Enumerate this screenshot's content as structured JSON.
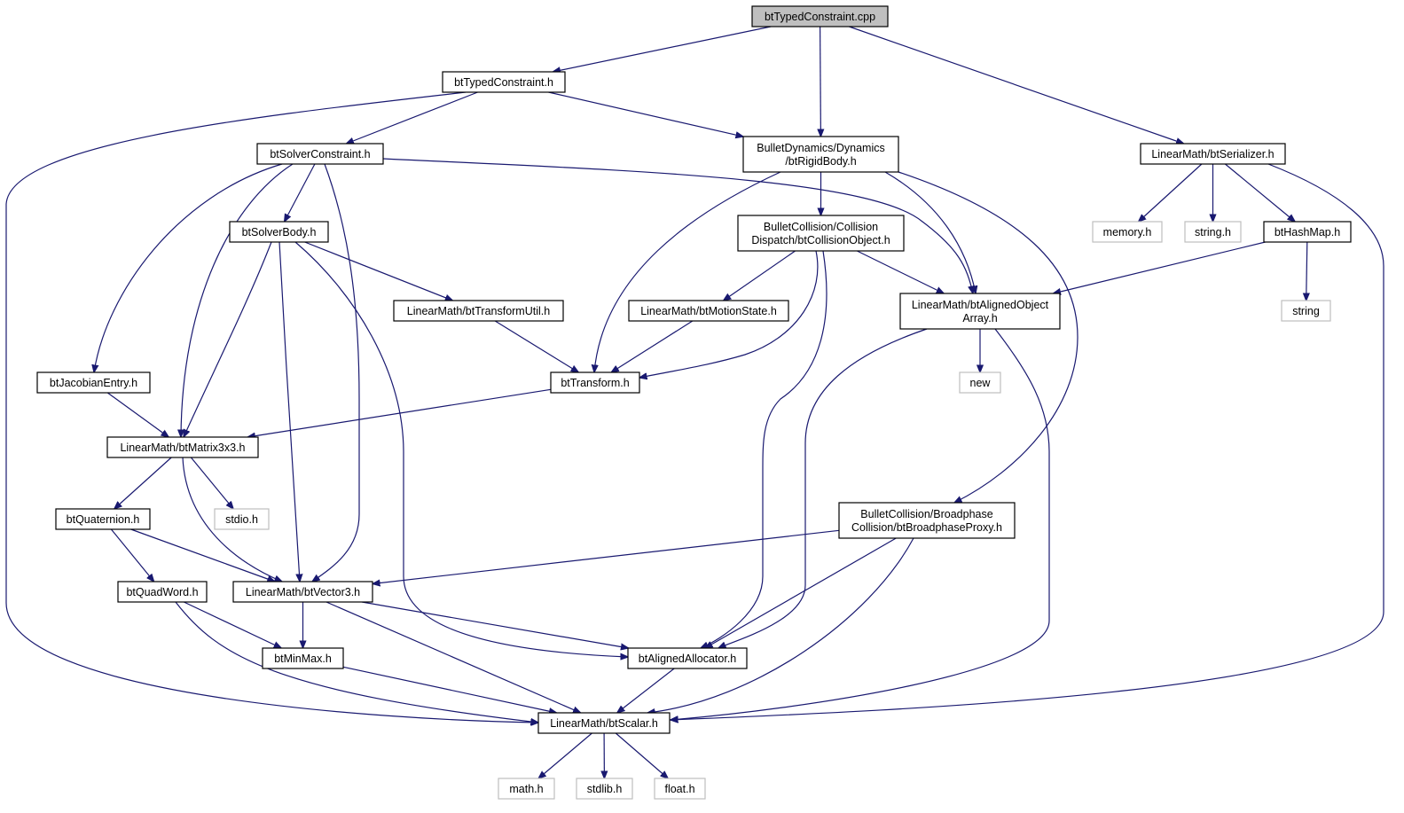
{
  "diagram": {
    "colors": {
      "edge": "#191970",
      "root_fill": "#bfbfbf",
      "external_border": "#bfbfbf",
      "node_border": "#000000"
    },
    "nodes": [
      {
        "id": "root",
        "lines": [
          "btTypedConstraint.cpp"
        ],
        "kind": "root"
      },
      {
        "id": "typed_h",
        "lines": [
          "btTypedConstraint.h"
        ],
        "kind": "project"
      },
      {
        "id": "rigid",
        "lines": [
          "BulletDynamics/Dynamics",
          "/btRigidBody.h"
        ],
        "kind": "project"
      },
      {
        "id": "serializer",
        "lines": [
          "LinearMath/btSerializer.h"
        ],
        "kind": "project"
      },
      {
        "id": "solvercon",
        "lines": [
          "btSolverConstraint.h"
        ],
        "kind": "project"
      },
      {
        "id": "solverbody",
        "lines": [
          "btSolverBody.h"
        ],
        "kind": "project"
      },
      {
        "id": "colobj",
        "lines": [
          "BulletCollision/Collision",
          "Dispatch/btCollisionObject.h"
        ],
        "kind": "project"
      },
      {
        "id": "memory",
        "lines": [
          "memory.h"
        ],
        "kind": "external"
      },
      {
        "id": "stringh",
        "lines": [
          "string.h"
        ],
        "kind": "external"
      },
      {
        "id": "hashmap",
        "lines": [
          "btHashMap.h"
        ],
        "kind": "project"
      },
      {
        "id": "transutil",
        "lines": [
          "LinearMath/btTransformUtil.h"
        ],
        "kind": "project"
      },
      {
        "id": "motion",
        "lines": [
          "LinearMath/btMotionState.h"
        ],
        "kind": "project"
      },
      {
        "id": "aligned_arr",
        "lines": [
          "LinearMath/btAlignedObject",
          "Array.h"
        ],
        "kind": "project"
      },
      {
        "id": "string",
        "lines": [
          "string"
        ],
        "kind": "external"
      },
      {
        "id": "jacobian",
        "lines": [
          "btJacobianEntry.h"
        ],
        "kind": "project"
      },
      {
        "id": "transform",
        "lines": [
          "btTransform.h"
        ],
        "kind": "project"
      },
      {
        "id": "new",
        "lines": [
          "new"
        ],
        "kind": "external"
      },
      {
        "id": "matrix",
        "lines": [
          "LinearMath/btMatrix3x3.h"
        ],
        "kind": "project"
      },
      {
        "id": "quat",
        "lines": [
          "btQuaternion.h"
        ],
        "kind": "project"
      },
      {
        "id": "stdio",
        "lines": [
          "stdio.h"
        ],
        "kind": "external"
      },
      {
        "id": "broadphase",
        "lines": [
          "BulletCollision/Broadphase",
          "Collision/btBroadphaseProxy.h"
        ],
        "kind": "project"
      },
      {
        "id": "quadword",
        "lines": [
          "btQuadWord.h"
        ],
        "kind": "project"
      },
      {
        "id": "vector3",
        "lines": [
          "LinearMath/btVector3.h"
        ],
        "kind": "project"
      },
      {
        "id": "minmax",
        "lines": [
          "btMinMax.h"
        ],
        "kind": "project"
      },
      {
        "id": "alloc",
        "lines": [
          "btAlignedAllocator.h"
        ],
        "kind": "project"
      },
      {
        "id": "scalar",
        "lines": [
          "LinearMath/btScalar.h"
        ],
        "kind": "project"
      },
      {
        "id": "math",
        "lines": [
          "math.h"
        ],
        "kind": "external"
      },
      {
        "id": "stdlib",
        "lines": [
          "stdlib.h"
        ],
        "kind": "external"
      },
      {
        "id": "float",
        "lines": [
          "float.h"
        ],
        "kind": "external"
      }
    ],
    "edges": [
      {
        "from": "root",
        "to": "typed_h"
      },
      {
        "from": "root",
        "to": "rigid"
      },
      {
        "from": "root",
        "to": "serializer"
      },
      {
        "from": "typed_h",
        "to": "solvercon"
      },
      {
        "from": "typed_h",
        "to": "rigid"
      },
      {
        "from": "typed_h",
        "to": "scalar"
      },
      {
        "from": "solvercon",
        "to": "solverbody"
      },
      {
        "from": "solvercon",
        "to": "jacobian"
      },
      {
        "from": "solvercon",
        "to": "matrix"
      },
      {
        "from": "solvercon",
        "to": "vector3"
      },
      {
        "from": "solvercon",
        "to": "aligned_arr"
      },
      {
        "from": "rigid",
        "to": "colobj"
      },
      {
        "from": "rigid",
        "to": "transform"
      },
      {
        "from": "rigid",
        "to": "aligned_arr"
      },
      {
        "from": "rigid",
        "to": "broadphase"
      },
      {
        "from": "serializer",
        "to": "memory"
      },
      {
        "from": "serializer",
        "to": "stringh"
      },
      {
        "from": "serializer",
        "to": "hashmap"
      },
      {
        "from": "serializer",
        "to": "scalar"
      },
      {
        "from": "hashmap",
        "to": "aligned_arr"
      },
      {
        "from": "hashmap",
        "to": "string"
      },
      {
        "from": "solverbody",
        "to": "transutil"
      },
      {
        "from": "solverbody",
        "to": "matrix"
      },
      {
        "from": "solverbody",
        "to": "vector3"
      },
      {
        "from": "solverbody",
        "to": "alloc"
      },
      {
        "from": "colobj",
        "to": "motion"
      },
      {
        "from": "colobj",
        "to": "aligned_arr"
      },
      {
        "from": "colobj",
        "to": "transform"
      },
      {
        "from": "colobj",
        "to": "alloc"
      },
      {
        "from": "transutil",
        "to": "transform"
      },
      {
        "from": "motion",
        "to": "transform"
      },
      {
        "from": "aligned_arr",
        "to": "new"
      },
      {
        "from": "aligned_arr",
        "to": "alloc"
      },
      {
        "from": "aligned_arr",
        "to": "scalar"
      },
      {
        "from": "jacobian",
        "to": "matrix"
      },
      {
        "from": "transform",
        "to": "matrix"
      },
      {
        "from": "matrix",
        "to": "quat"
      },
      {
        "from": "matrix",
        "to": "stdio"
      },
      {
        "from": "matrix",
        "to": "vector3"
      },
      {
        "from": "quat",
        "to": "quadword"
      },
      {
        "from": "quat",
        "to": "vector3"
      },
      {
        "from": "broadphase",
        "to": "vector3"
      },
      {
        "from": "broadphase",
        "to": "alloc"
      },
      {
        "from": "broadphase",
        "to": "scalar"
      },
      {
        "from": "quadword",
        "to": "minmax"
      },
      {
        "from": "quadword",
        "to": "scalar"
      },
      {
        "from": "vector3",
        "to": "minmax"
      },
      {
        "from": "vector3",
        "to": "alloc"
      },
      {
        "from": "vector3",
        "to": "scalar"
      },
      {
        "from": "minmax",
        "to": "scalar"
      },
      {
        "from": "alloc",
        "to": "scalar"
      },
      {
        "from": "scalar",
        "to": "math"
      },
      {
        "from": "scalar",
        "to": "stdlib"
      },
      {
        "from": "scalar",
        "to": "float"
      }
    ]
  }
}
